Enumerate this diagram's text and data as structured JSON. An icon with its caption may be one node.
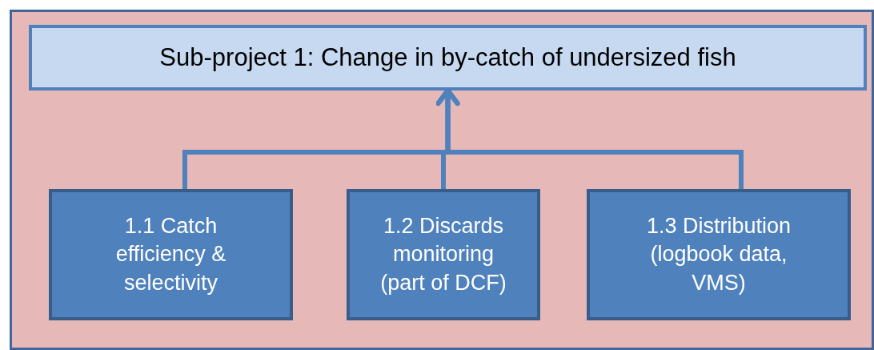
{
  "diagram": {
    "nodes": [
      {
        "text": [],
        "shape": "box"
      },
      {
        "text": [
          "Sub-project 1: Change in by-catch of undersized fish"
        ],
        "in": 0
      },
      {
        "text": [
          "1.1 Catch efficiency & selectivity"
        ],
        "in": 0
      },
      {
        "text": [
          "1.2 Discards monitoring (part of DCF)"
        ],
        "in": 0
      },
      {
        "text": [
          "1.3 Distribution (logbook data, VMS)"
        ],
        "in": 0
      }
    ],
    "edges": [
      {
        "from": 2,
        "to": 1,
        "arrow": "to"
      },
      {
        "from": 3,
        "to": 1,
        "arrow": "to"
      },
      {
        "from": 4,
        "to": 1,
        "arrow": "to"
      }
    ]
  }
}
